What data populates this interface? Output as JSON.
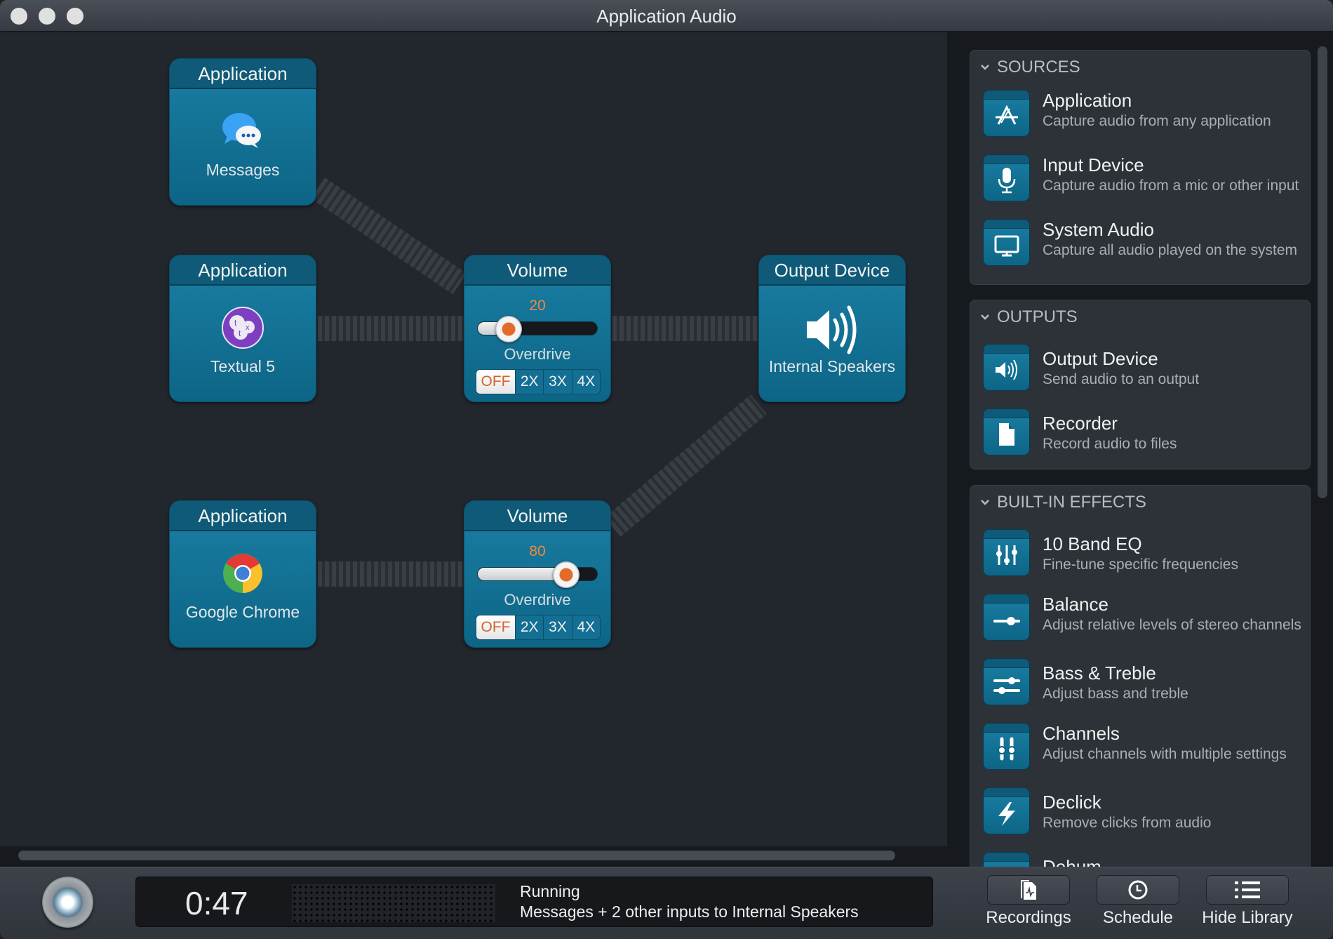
{
  "window": {
    "title": "Application Audio"
  },
  "nodes": {
    "messages": {
      "header": "Application",
      "label": "Messages",
      "icon": "messages-icon"
    },
    "textual": {
      "header": "Application",
      "label": "Textual 5",
      "icon": "textual-icon"
    },
    "chrome": {
      "header": "Application",
      "label": "Google Chrome",
      "icon": "chrome-icon"
    },
    "volume1": {
      "header": "Volume",
      "value": "20",
      "level": 0.2,
      "overdrive_label": "Overdrive",
      "overdrive_options": [
        "OFF",
        "2X",
        "3X",
        "4X"
      ],
      "overdrive_selected": "OFF"
    },
    "volume2": {
      "header": "Volume",
      "value": "80",
      "level": 0.8,
      "overdrive_label": "Overdrive",
      "overdrive_options": [
        "OFF",
        "2X",
        "3X",
        "4X"
      ],
      "overdrive_selected": "OFF"
    },
    "output": {
      "header": "Output Device",
      "label": "Internal Speakers",
      "icon": "speaker-icon"
    }
  },
  "library": {
    "sources": {
      "heading": "SOURCES",
      "items": [
        {
          "title": "Application",
          "desc": "Capture audio from any application",
          "icon": "app-store-icon"
        },
        {
          "title": "Input Device",
          "desc": "Capture audio from a mic or other input",
          "icon": "microphone-icon"
        },
        {
          "title": "System Audio",
          "desc": "Capture all audio played on the system",
          "icon": "monitor-icon"
        }
      ]
    },
    "outputs": {
      "heading": "OUTPUTS",
      "items": [
        {
          "title": "Output Device",
          "desc": "Send audio to an output",
          "icon": "speaker-icon"
        },
        {
          "title": "Recorder",
          "desc": "Record audio to files",
          "icon": "document-icon"
        }
      ]
    },
    "effects": {
      "heading": "BUILT-IN EFFECTS",
      "items": [
        {
          "title": "10 Band EQ",
          "desc": "Fine-tune specific frequencies",
          "icon": "eq-sliders-icon"
        },
        {
          "title": "Balance",
          "desc": "Adjust relative levels of stereo channels",
          "icon": "balance-slider-icon"
        },
        {
          "title": "Bass & Treble",
          "desc": "Adjust bass and treble",
          "icon": "bass-treble-icon"
        },
        {
          "title": "Channels",
          "desc": "Adjust channels with multiple settings",
          "icon": "channels-icon"
        },
        {
          "title": "Declick",
          "desc": "Remove clicks from audio",
          "icon": "lightning-icon"
        },
        {
          "title": "Dehum",
          "desc": "",
          "icon": "dehum-icon"
        }
      ]
    }
  },
  "status": {
    "time": "0:47",
    "state": "Running",
    "detail": "Messages + 2 other inputs to Internal Speakers"
  },
  "toolbar": {
    "recordings": "Recordings",
    "schedule": "Schedule",
    "hide_library": "Hide Library"
  },
  "colors": {
    "node_blue": "#1a7fa4",
    "accent_orange": "#ef8a3a",
    "background": "#22262d"
  }
}
